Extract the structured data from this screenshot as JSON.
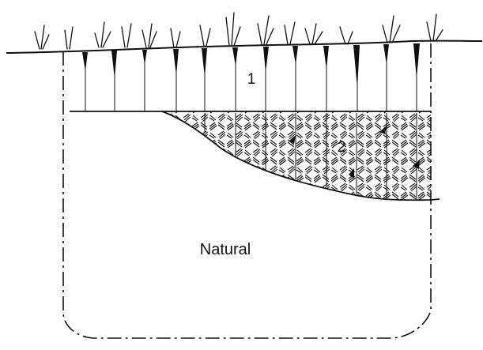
{
  "diagram": {
    "layers": [
      {
        "id": "layer-1",
        "label": "1"
      },
      {
        "id": "layer-2",
        "label": "2"
      },
      {
        "id": "natural",
        "label": "Natural"
      }
    ],
    "colors": {
      "ink": "#111111",
      "background": "#ffffff"
    }
  }
}
